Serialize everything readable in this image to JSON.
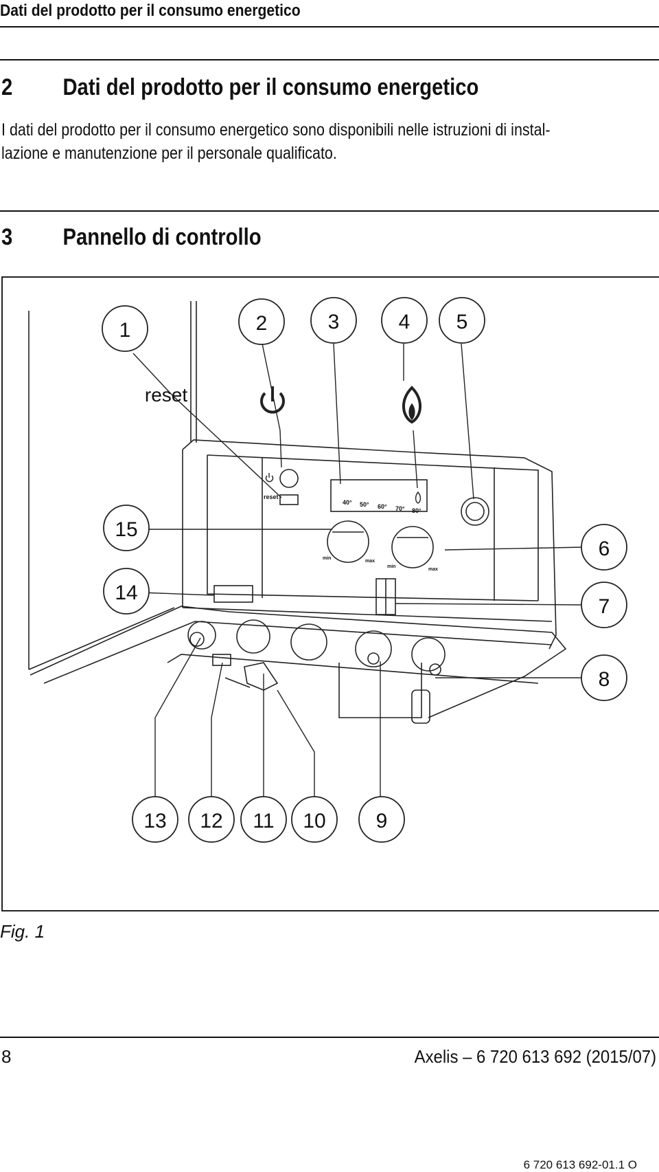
{
  "running_head": "Dati del prodotto per il consumo energetico",
  "section2": {
    "number": "2",
    "title": "Dati del prodotto per il consumo energetico",
    "paragraph_line1": "I dati del prodotto per il consumo energetico sono disponibili nelle istruzioni di instal-",
    "paragraph_line2": "lazione e manutenzione per il personale qualificato."
  },
  "section3": {
    "number": "3",
    "title": "Pannello di controllo"
  },
  "figure": {
    "callouts_top": [
      "1",
      "2",
      "3",
      "4",
      "5"
    ],
    "callouts_left": [
      "15",
      "14"
    ],
    "callouts_right": [
      "6",
      "7",
      "8"
    ],
    "callouts_bottom": [
      "13",
      "12",
      "11",
      "10",
      "9"
    ],
    "reset_label": "reset",
    "panel_reset_label": "reset",
    "temperature_scale": [
      "40°",
      "50°",
      "60°",
      "70°",
      "80°"
    ],
    "knob_min": "min",
    "knob_max": "max",
    "code": "6 720 613 692-01.1 O",
    "caption": "Fig. 1"
  },
  "footer": {
    "page_number": "8",
    "document": "Axelis – 6 720 613 692 (2015/07)"
  }
}
